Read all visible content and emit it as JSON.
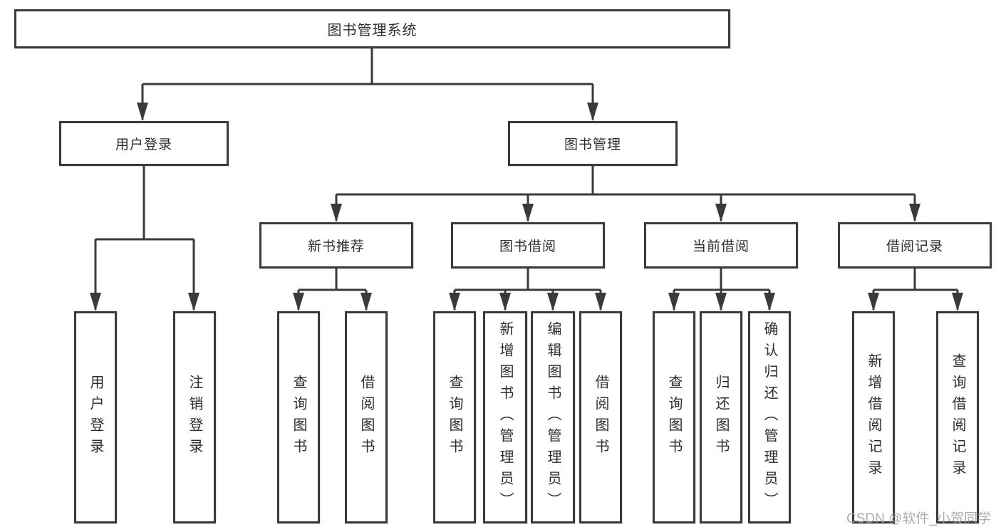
{
  "root": {
    "label": "图书管理系统"
  },
  "level2": [
    {
      "label": "用户登录",
      "children": [
        "用户登录",
        "注销登录"
      ]
    },
    {
      "label": "图书管理",
      "children": [
        "新书推荐",
        "图书借阅",
        "当前借阅",
        "借阅记录"
      ]
    }
  ],
  "level3": [
    {
      "label": "新书推荐",
      "children": [
        "查询图书",
        "借阅图书"
      ]
    },
    {
      "label": "图书借阅",
      "children": [
        "查询图书",
        "新增图书（管理员）",
        "编辑图书（管理员）",
        "借阅图书"
      ]
    },
    {
      "label": "当前借阅",
      "children": [
        "查询图书",
        "归还图书",
        "确认归还（管理员）"
      ]
    },
    {
      "label": "借阅记录",
      "children": [
        "新增借阅记录",
        "查询借阅记录"
      ]
    }
  ],
  "watermark": {
    "text": "CSDN @软件_小贺同学"
  },
  "colors": {
    "line": "#3a3a3a",
    "border": "#3a3a3a",
    "text": "#2d2d2d",
    "background": "#ffffff",
    "watermark": "#9e9e9e"
  }
}
